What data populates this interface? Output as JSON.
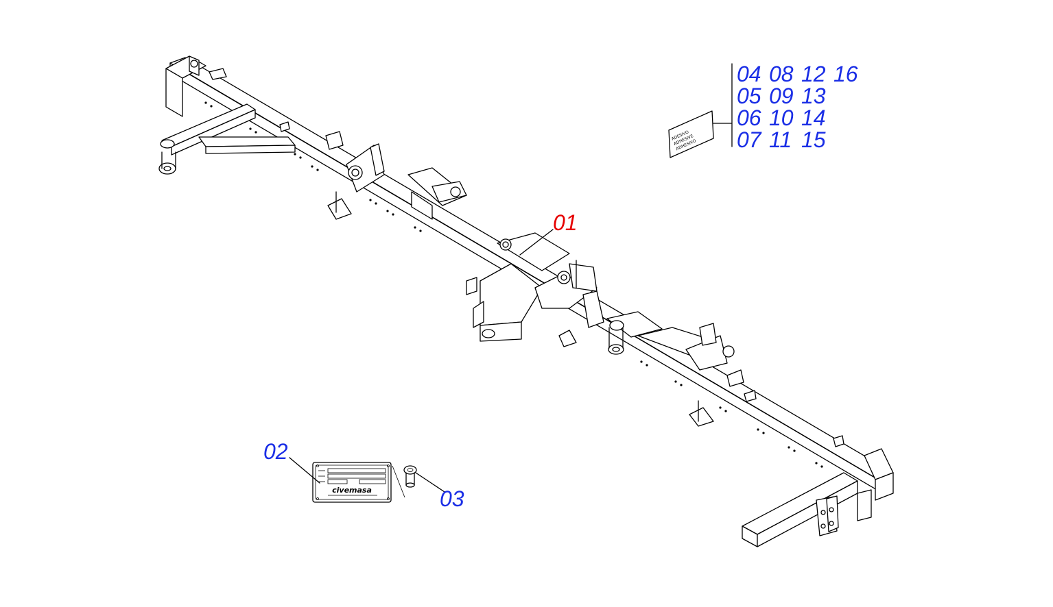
{
  "callouts": {
    "frame": "01",
    "plate": "02",
    "rivet": "03"
  },
  "sticker_codes": [
    [
      "04",
      "08",
      "12",
      "16"
    ],
    [
      "05",
      "09",
      "13"
    ],
    [
      "06",
      "10",
      "14"
    ],
    [
      "07",
      "11",
      "15"
    ]
  ],
  "sticker_text": [
    "ADESIVO",
    "ADHESIVE",
    "ADHESIVO"
  ],
  "plate_brand": "civemasa",
  "colors": {
    "callout_blue": "#1a2ee6",
    "callout_red": "#e60000",
    "line": "#000000"
  }
}
